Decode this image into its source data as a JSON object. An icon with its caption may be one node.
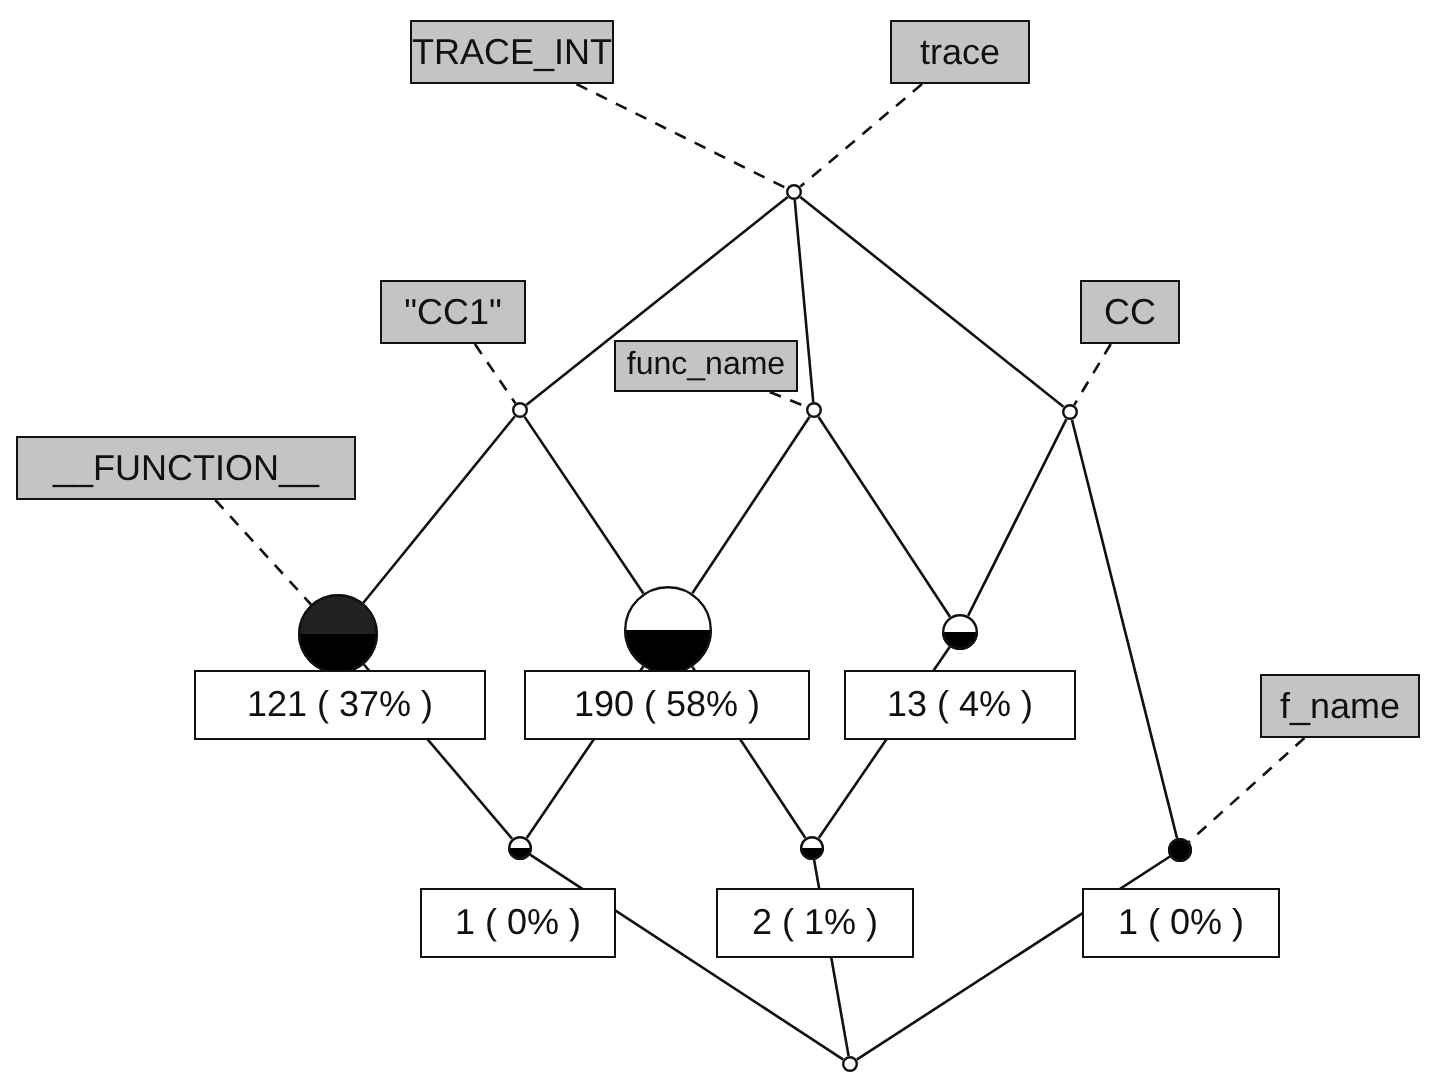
{
  "diagram": {
    "nodes": [
      {
        "text": [
          "TRACE_INT"
        ]
      },
      {
        "text": [
          "trace"
        ]
      },
      {
        "text": [],
        "shape": "circle"
      },
      {
        "text": [
          "\"CC1\""
        ]
      },
      {
        "text": [
          "func_name"
        ]
      },
      {
        "text": [
          "CC"
        ]
      },
      {
        "text": [],
        "shape": "circle"
      },
      {
        "text": [],
        "shape": "circle"
      },
      {
        "text": [],
        "shape": "circle"
      },
      {
        "text": [
          "__FUNCTION__"
        ]
      },
      {
        "text": [],
        "shape": "circle",
        "beside": [
          "121 ( 37% )"
        ]
      },
      {
        "text": [],
        "shape": "circle",
        "beside": [
          "190 ( 58% )"
        ]
      },
      {
        "text": [],
        "shape": "circle",
        "beside": [
          "13 ( 4% )"
        ]
      },
      {
        "text": [
          "f_name"
        ]
      },
      {
        "text": [],
        "shape": "circle",
        "beside": [
          "1 ( 0% )"
        ]
      },
      {
        "text": [],
        "shape": "circle",
        "beside": [
          "2 ( 1% )"
        ]
      },
      {
        "text": [],
        "shape": "circle",
        "beside": [
          "1 ( 0% )"
        ]
      },
      {
        "text": [],
        "shape": "circle"
      }
    ],
    "edges": [
      {
        "from": 0,
        "to": 2,
        "arrow": "none",
        "style": "dashed"
      },
      {
        "from": 1,
        "to": 2,
        "arrow": "none",
        "style": "dashed"
      },
      {
        "from": 3,
        "to": 6,
        "arrow": "none",
        "style": "dashed"
      },
      {
        "from": 4,
        "to": 7,
        "arrow": "none",
        "style": "dashed"
      },
      {
        "from": 5,
        "to": 8,
        "arrow": "none",
        "style": "dashed"
      },
      {
        "from": 9,
        "to": 10,
        "arrow": "none",
        "style": "dashed"
      },
      {
        "from": 13,
        "to": 16,
        "arrow": "none",
        "style": "dashed"
      },
      {
        "from": 2,
        "to": 6,
        "arrow": "none"
      },
      {
        "from": 2,
        "to": 7,
        "arrow": "none"
      },
      {
        "from": 2,
        "to": 8,
        "arrow": "none"
      },
      {
        "from": 6,
        "to": 10,
        "arrow": "none"
      },
      {
        "from": 6,
        "to": 11,
        "arrow": "none"
      },
      {
        "from": 7,
        "to": 11,
        "arrow": "none"
      },
      {
        "from": 7,
        "to": 12,
        "arrow": "none"
      },
      {
        "from": 8,
        "to": 12,
        "arrow": "none"
      },
      {
        "from": 8,
        "to": 16,
        "arrow": "none"
      },
      {
        "from": 10,
        "to": 14,
        "arrow": "none"
      },
      {
        "from": 11,
        "to": 14,
        "arrow": "none"
      },
      {
        "from": 11,
        "to": 15,
        "arrow": "none"
      },
      {
        "from": 12,
        "to": 15,
        "arrow": "none"
      },
      {
        "from": 14,
        "to": 17,
        "arrow": "none"
      },
      {
        "from": 15,
        "to": 17,
        "arrow": "none"
      },
      {
        "from": 16,
        "to": 17,
        "arrow": "none"
      }
    ]
  }
}
